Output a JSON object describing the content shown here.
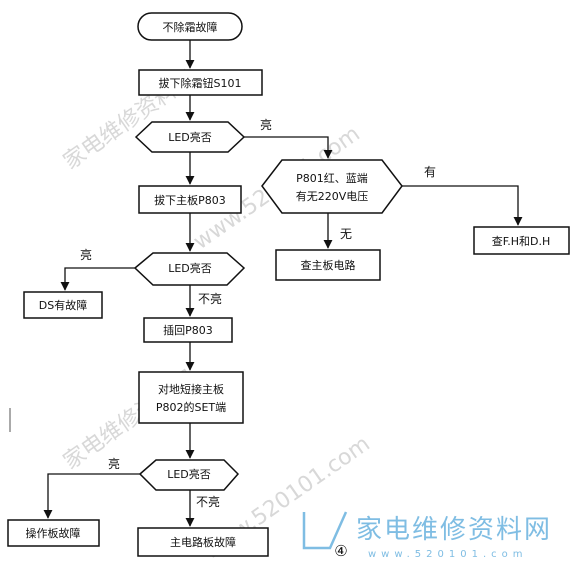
{
  "nodes": {
    "start": "不除霜故障",
    "press_defrost": "拔下除霜钮S101",
    "led_check_1": "LED亮否",
    "unplug_p803": "拔下主板P803",
    "p801_check_1": "P801红、蓝端",
    "p801_check_2": "有无220V电压",
    "check_fh_dh": "查F.H和D.H",
    "check_mainboard": "查主板电路",
    "led_check_2": "LED亮否",
    "ds_fault": "DS有故障",
    "reinsert_p803": "插回P803",
    "short_1": "对地短接主板",
    "short_2": "P802的SET端",
    "led_check_3": "LED亮否",
    "panel_fault": "操作板故障",
    "main_circuit_fault": "主电路板故障"
  },
  "edge_labels": {
    "led1_on": "亮",
    "p801_yes": "有",
    "p801_no": "无",
    "led2_on": "亮",
    "led2_off": "不亮",
    "led3_on": "亮",
    "led3_off": "不亮"
  },
  "figure_number": "④",
  "watermark": {
    "brand": "家电维修资料网",
    "url": "www.520101.com",
    "faint_1": "家电维修资料网",
    "faint_2": "www.520101.com"
  },
  "colors": {
    "line": "#111111",
    "watermark_blue": "#7fbde3",
    "watermark_gray": "#d8d8d8"
  }
}
